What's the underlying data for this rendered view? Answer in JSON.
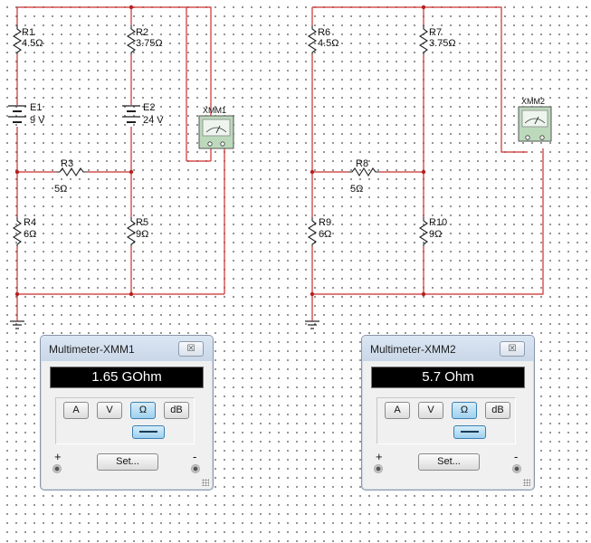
{
  "circuit1": {
    "resistors": [
      {
        "id": "R1",
        "value": "4.5Ω"
      },
      {
        "id": "R2",
        "value": "3.75Ω"
      },
      {
        "id": "R3",
        "value": "5Ω"
      },
      {
        "id": "R4",
        "value": "6Ω"
      },
      {
        "id": "R5",
        "value": "9Ω"
      }
    ],
    "batteries": [
      {
        "id": "E1",
        "value": "9 V"
      },
      {
        "id": "E2",
        "value": "24 V"
      }
    ],
    "meter_symbol_label": "XMM1"
  },
  "circuit2": {
    "resistors": [
      {
        "id": "R6",
        "value": "4.5Ω"
      },
      {
        "id": "R7",
        "value": "3.75Ω"
      },
      {
        "id": "R8",
        "value": "5Ω"
      },
      {
        "id": "R9",
        "value": "6Ω"
      },
      {
        "id": "R10",
        "value": "9Ω"
      }
    ],
    "meter_symbol_label": "XMM2"
  },
  "multimeter_windows": [
    {
      "title": "Multimeter-XMM1",
      "close_label": "☒",
      "reading": "1.65 GOhm",
      "mode_buttons": [
        "A",
        "V",
        "Ω",
        "dB"
      ],
      "active_mode": "Ω",
      "set_label": "Set...",
      "plus_label": "+",
      "minus_label": "-"
    },
    {
      "title": "Multimeter-XMM2",
      "close_label": "☒",
      "reading": "5.7 Ohm",
      "mode_buttons": [
        "A",
        "V",
        "Ω",
        "dB"
      ],
      "active_mode": "Ω",
      "set_label": "Set...",
      "plus_label": "+",
      "minus_label": "-"
    }
  ],
  "colors": {
    "wire": "#cc2e2e",
    "component": "#1f1f1f",
    "meter_body": "#bcd9bc",
    "junction": "#b52020"
  }
}
